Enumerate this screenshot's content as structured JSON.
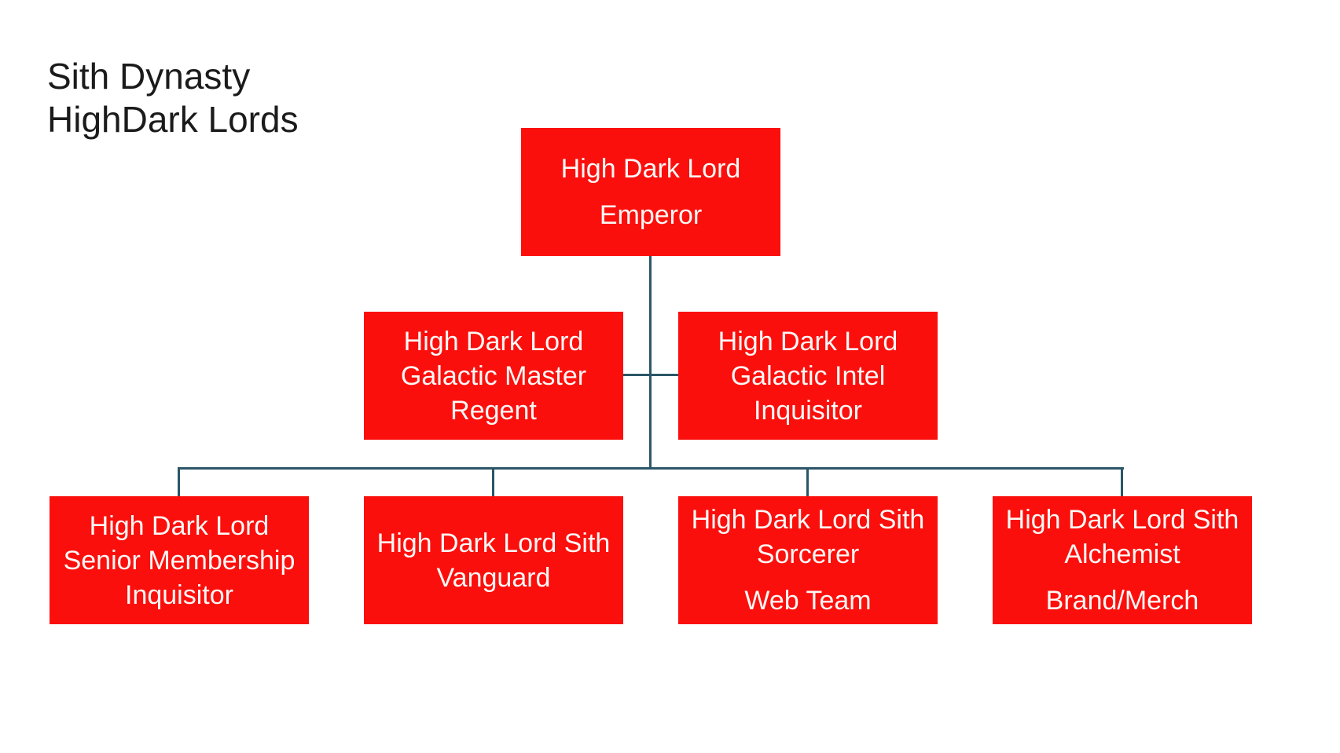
{
  "slide": {
    "title": {
      "line1": "Sith Dynasty",
      "line2": "HighDark Lords"
    }
  },
  "colors": {
    "background": "#FFFFFF",
    "box_fill": "#FB0F0C",
    "box_text": "#FCF8F6",
    "connector": "#2B5668",
    "title_text": "#1B1B1B"
  },
  "org_chart": {
    "type": "hierarchy",
    "root": {
      "id": "emperor",
      "paragraphs": [
        [
          "High Dark Lord"
        ],
        [
          "Emperor"
        ]
      ]
    },
    "assistants": [
      {
        "id": "galactic-master-regent",
        "paragraphs": [
          [
            "High Dark Lord",
            "Galactic Master",
            "Regent"
          ]
        ]
      },
      {
        "id": "galactic-intel-inquisitor",
        "paragraphs": [
          [
            "High Dark Lord",
            "Galactic Intel",
            "Inquisitor"
          ]
        ]
      }
    ],
    "children": [
      {
        "id": "senior-membership-inquisitor",
        "paragraphs": [
          [
            "High Dark Lord",
            "Senior Membership",
            "Inquisitor"
          ]
        ]
      },
      {
        "id": "sith-vanguard",
        "paragraphs": [
          [
            "High Dark Lord Sith",
            "Vanguard"
          ]
        ]
      },
      {
        "id": "sith-sorcerer-web-team",
        "paragraphs": [
          [
            "High Dark Lord Sith",
            "Sorcerer"
          ],
          [
            "Web Team"
          ]
        ]
      },
      {
        "id": "sith-alchemist-brand-merch",
        "paragraphs": [
          [
            "High Dark Lord Sith",
            "Alchemist"
          ],
          [
            "Brand/Merch"
          ]
        ]
      }
    ]
  }
}
